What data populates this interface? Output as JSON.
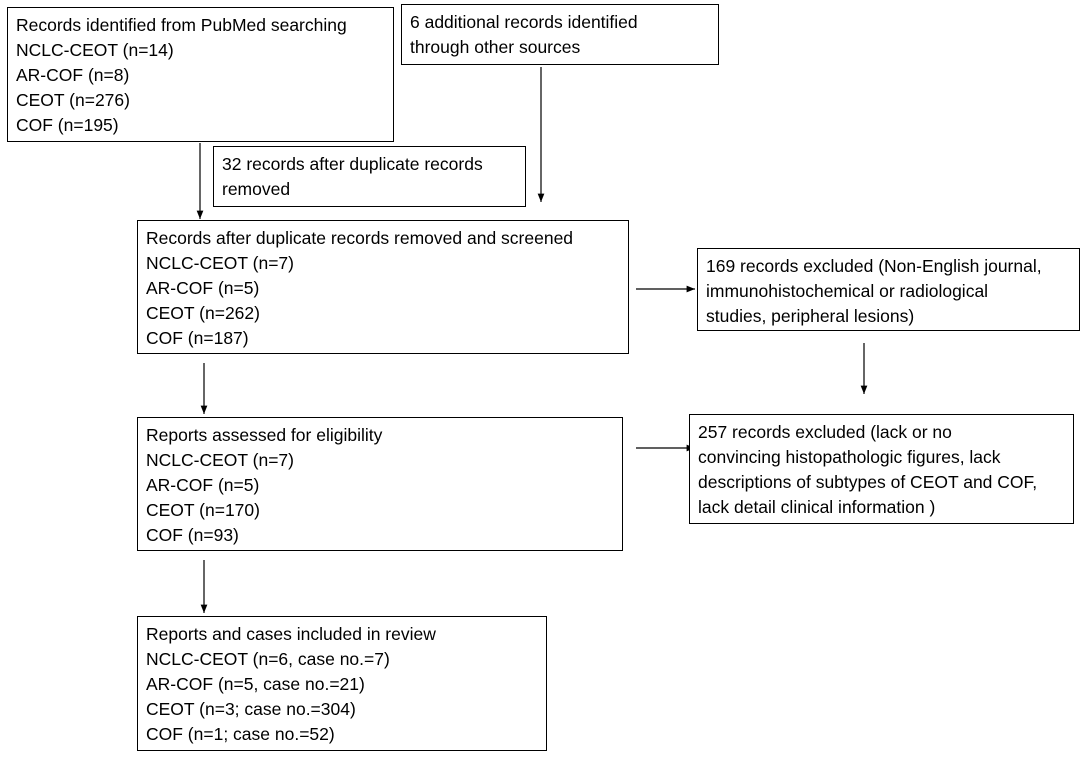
{
  "boxes": {
    "pubmed": {
      "title": "Records identified from PubMed searching",
      "lines": [
        "NCLC-CEOT (n=14)",
        "AR-COF (n=8)",
        "CEOT (n=276)",
        "COF (n=195)"
      ]
    },
    "other_sources": {
      "lines": [
        "6 additional records identified",
        "through other sources"
      ]
    },
    "duplicates": {
      "lines": [
        "32 records after duplicate records",
        "removed"
      ]
    },
    "screened": {
      "title": "Records after duplicate records removed and screened",
      "lines": [
        "NCLC-CEOT (n=7)",
        "AR-COF (n=5)",
        "CEOT (n=262)",
        "COF (n=187)"
      ]
    },
    "excluded_169": {
      "lines": [
        "169 records excluded (Non-English journal,",
        "immunohistochemical or radiological",
        "studies, peripheral lesions)"
      ]
    },
    "eligibility": {
      "title": "Reports assessed for eligibility",
      "lines": [
        "NCLC-CEOT (n=7)",
        "AR-COF (n=5)",
        "CEOT (n=170)",
        "COF (n=93)"
      ]
    },
    "excluded_257": {
      "lines": [
        "257 records excluded (lack or no",
        "convincing histopathologic figures, lack",
        "descriptions of subtypes of CEOT and COF,",
        "lack detail clinical information )"
      ]
    },
    "included": {
      "title": "Reports and cases included in review",
      "lines": [
        "NCLC-CEOT (n=6, case no.=7)",
        "AR-COF (n=5, case no.=21)",
        "CEOT (n=3; case no.=304)",
        "COF (n=1; case no.=52)"
      ]
    }
  }
}
